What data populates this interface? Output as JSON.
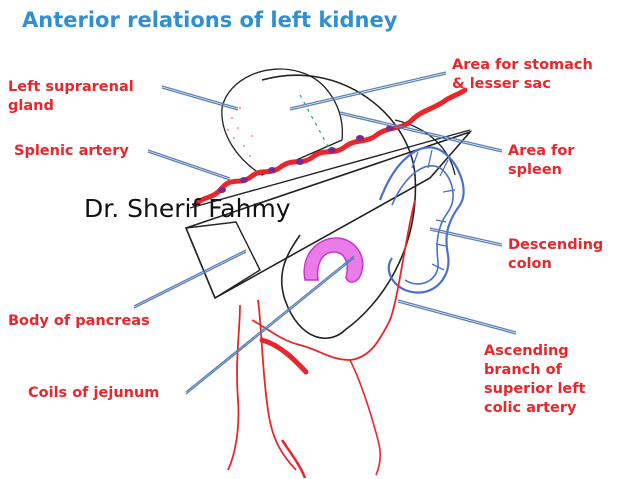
{
  "title": "Anterior relations of left kidney",
  "author": "Dr. Sherif Fahmy",
  "labels": {
    "left_suprarenal_gland": "Left suprarenal\ngland",
    "splenic_artery": "Splenic artery",
    "body_of_pancreas": "Body of pancreas",
    "coils_of_jejunum": "Coils of jejunum",
    "area_for_stomach": "Area for stomach\n& lesser sac",
    "area_for_spleen": "Area for\nspleen",
    "descending_colon": "Descending\ncolon",
    "ascending_branch": "Ascending\nbranch of\nsuperior left\ncolic artery"
  },
  "colors": {
    "title": "#2f8fd0",
    "label": "#e8262b",
    "pointer": "#5b7fb5",
    "artery": "#e8262b",
    "colon": "#4a6fd0",
    "jejunum": "#e040e0",
    "outline": "#222222"
  }
}
